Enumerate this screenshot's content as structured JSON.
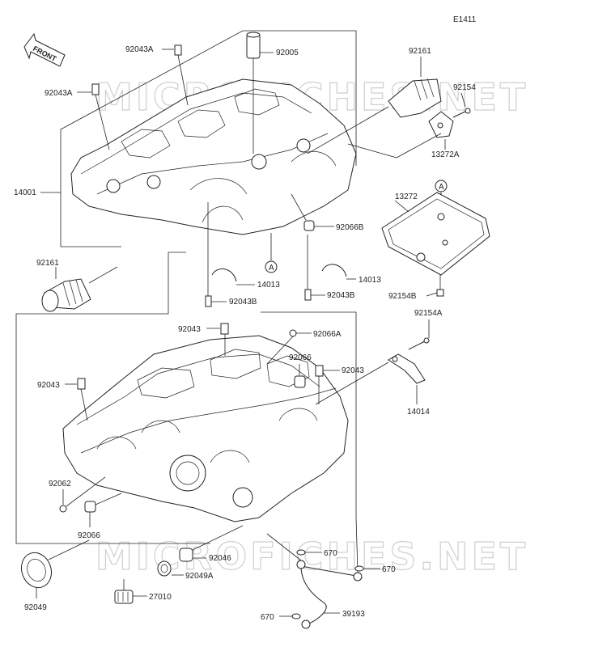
{
  "diagram_code": "E1411",
  "front_label": "FRONT",
  "watermark": "MICROFICHES.NET",
  "callout_ref": "A",
  "labels": {
    "p92043a_top": "92043A",
    "p92005": "92005",
    "p92161_top": "92161",
    "p92043a_left": "92043A",
    "p92154": "92154",
    "p13272a": "13272A",
    "p14001": "14001",
    "p13272": "13272",
    "p92066b": "92066B",
    "p92161_left": "92161",
    "p14013_l": "14013",
    "p14013_r": "14013",
    "p92043b_l": "92043B",
    "p92043b_r": "92043B",
    "p92154b": "92154B",
    "p92154a": "92154A",
    "p92043_top": "92043",
    "p92066a": "92066A",
    "p92066_r": "92066",
    "p92043_r": "92043",
    "p92043_l": "92043",
    "p14014": "14014",
    "p92062": "92062",
    "p92066_l": "92066",
    "p670_top": "670",
    "p670_r": "670",
    "p92046": "92046",
    "p92049a": "92049A",
    "p27010": "27010",
    "p92049": "92049",
    "p39193": "39193",
    "p670_bot": "670"
  }
}
